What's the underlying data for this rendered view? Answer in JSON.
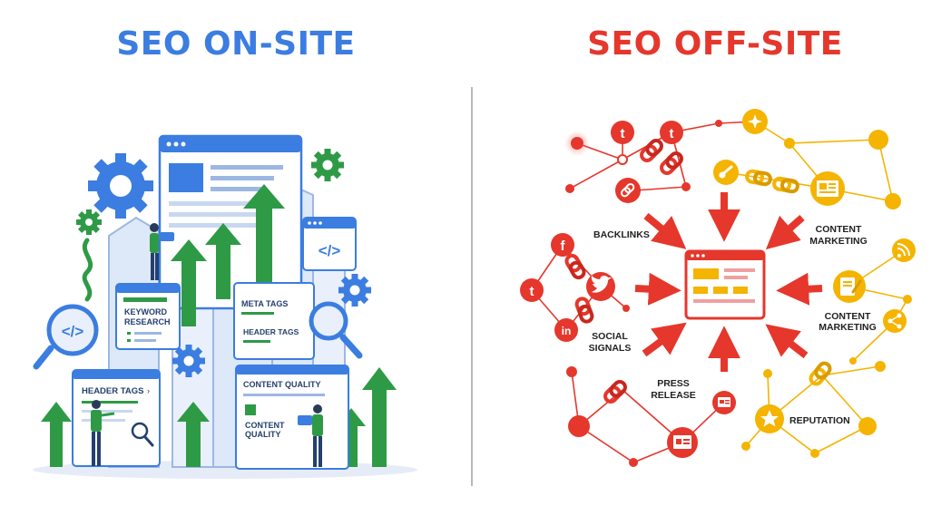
{
  "titles": {
    "on_site": "SEO ON-SITE",
    "off_site": "SEO OFF-SITE"
  },
  "colors": {
    "on_site_blue": "#3b7de0",
    "off_site_red": "#e5372c",
    "green_arrow": "#2e9a46",
    "gold": "#f4b400"
  },
  "on_site": {
    "keyword_research": "KEYWORD RESEARCH",
    "meta_tags": "META TAGS",
    "header_tags_small": "HEADER TAGS",
    "header_tags_card": "HEADER TAGS",
    "content_quality_top": "CONTENT QUALITY",
    "content_quality_inner": "CONTENT QUALITY",
    "code_icon": "</>"
  },
  "off_site": {
    "backlinks": "BACKLINKS",
    "content_marketing_top": "CONTENT MARKETING",
    "content_marketing_right": "CONTENT MARKETING",
    "social_signals": "SOCIAL SIGNALS",
    "press_release": "PRESS RELEASE",
    "reputation": "REPUTATION",
    "icons": {
      "tumblr": "t",
      "facebook": "f",
      "linkedin": "in"
    }
  }
}
